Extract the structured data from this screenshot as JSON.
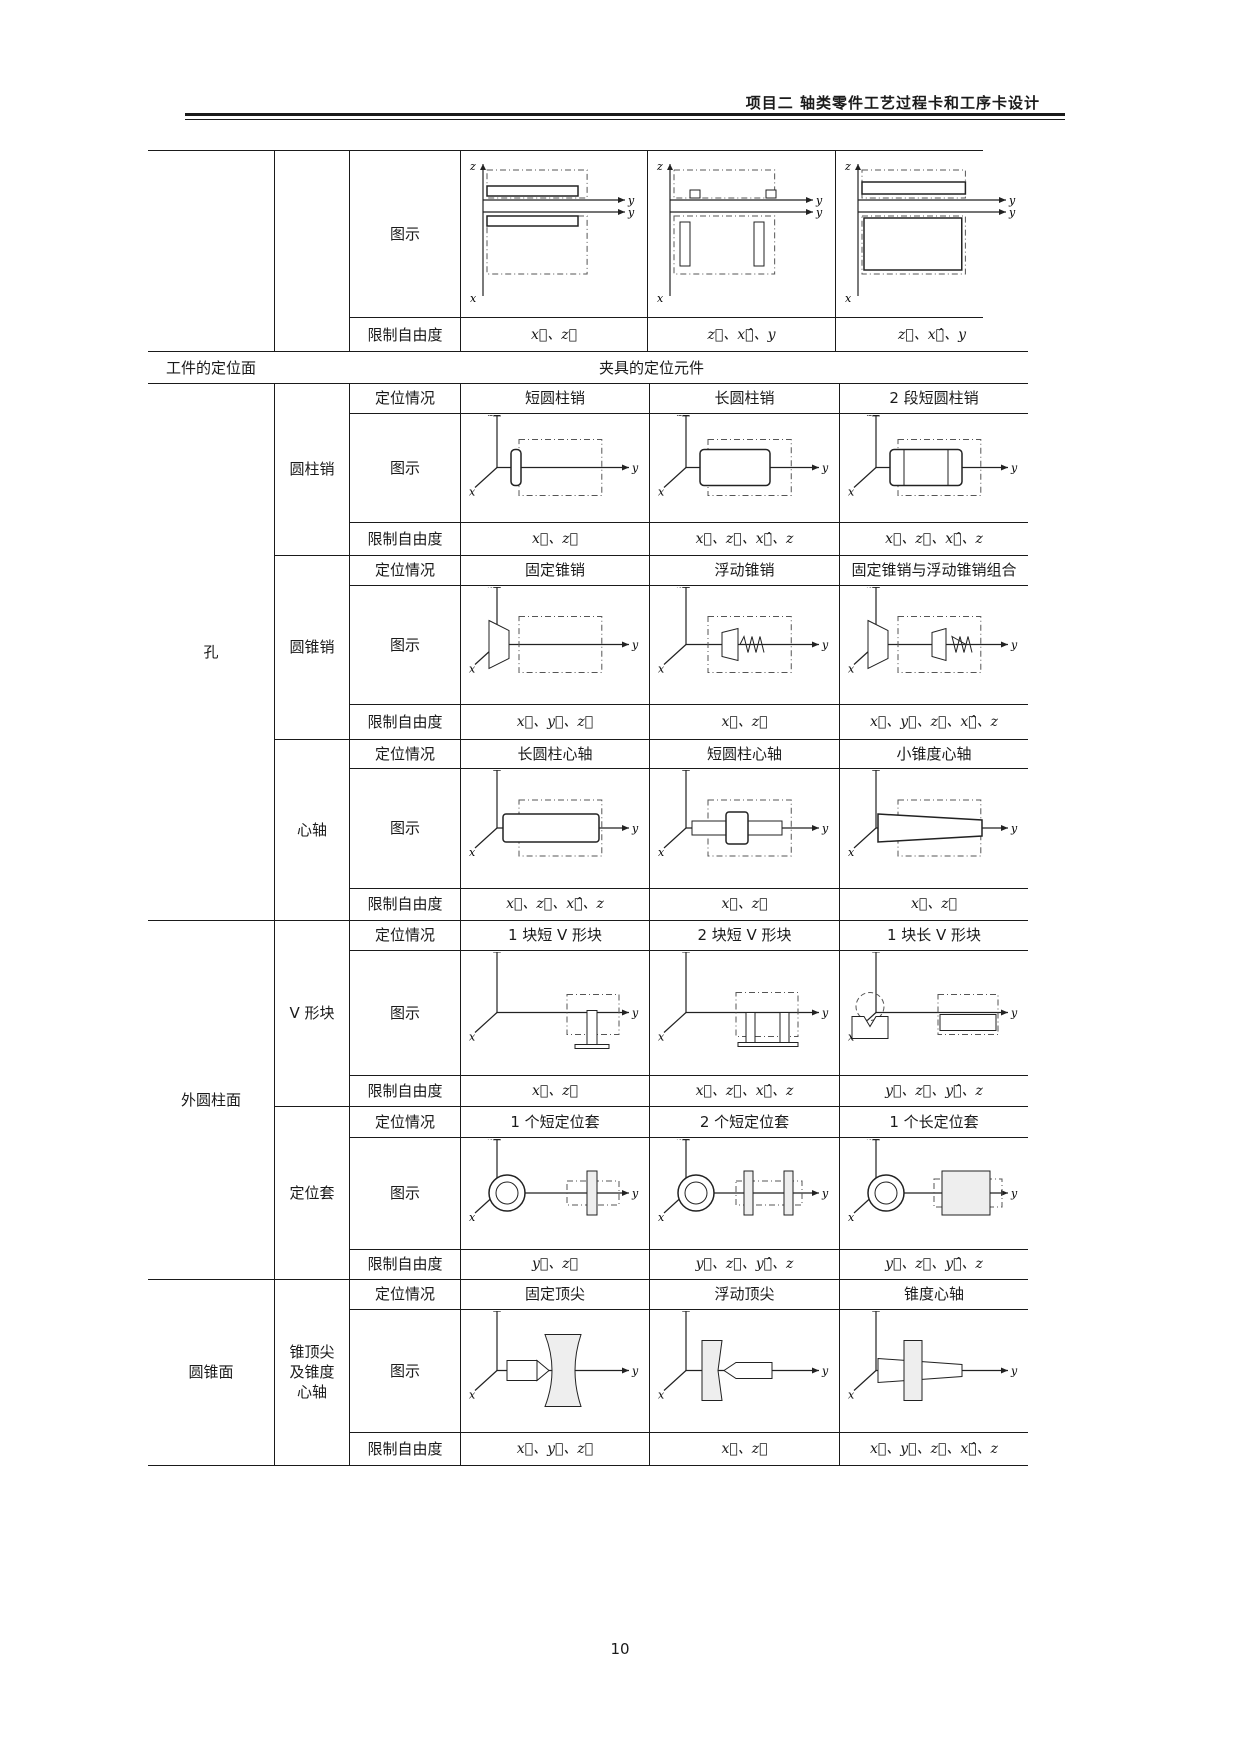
{
  "header": {
    "title": "项目二  轴类零件工艺过程卡和工序卡设计"
  },
  "labels": {
    "diagram": "图示",
    "dof": "限制自由度",
    "situation": "定位情况",
    "surface_col": "工件的定位面",
    "element_col": "夹具的定位元件"
  },
  "top_block": {
    "dof": [
      "x⃗、z⃗",
      "z⃗、x⃗̂、y",
      "z⃗、x⃗̂、y"
    ]
  },
  "groups": [
    {
      "surface": "孔",
      "subgroups": [
        {
          "name": "圆柱销",
          "cases": [
            "短圆柱销",
            "长圆柱销",
            "2 段短圆柱销"
          ],
          "dof": [
            "x⃗、z⃗",
            "x⃗、z⃗、x⃗̂、z",
            "x⃗、z⃗、x⃗̂、z"
          ]
        },
        {
          "name": "圆锥销",
          "cases": [
            "固定锥销",
            "浮动锥销",
            "固定锥销与浮动锥销组合"
          ],
          "dof": [
            "x⃗、y⃗、z⃗",
            "x⃗、z⃗",
            "x⃗、y⃗、z⃗、x⃗̂、z"
          ]
        },
        {
          "name": "心轴",
          "cases": [
            "长圆柱心轴",
            "短圆柱心轴",
            "小锥度心轴"
          ],
          "dof": [
            "x⃗、z⃗、x⃗̂、z",
            "x⃗、z⃗",
            "x⃗、z⃗"
          ]
        }
      ]
    },
    {
      "surface": "外圆柱面",
      "subgroups": [
        {
          "name": "V 形块",
          "cases": [
            "1 块短 V 形块",
            "2 块短 V 形块",
            "1 块长 V 形块"
          ],
          "dof": [
            "x⃗、z⃗",
            "x⃗、z⃗、x⃗̂、z",
            "y⃗、z⃗、y⃗̂、z"
          ]
        },
        {
          "name": "定位套",
          "cases": [
            "1 个短定位套",
            "2 个短定位套",
            "1 个长定位套"
          ],
          "dof": [
            "y⃗、z⃗",
            "y⃗、z⃗、y⃗̂、z",
            "y⃗、z⃗、y⃗̂、z"
          ]
        }
      ]
    },
    {
      "surface": "圆锥面",
      "subgroups": [
        {
          "name": "锥顶尖及锥度心轴",
          "cases": [
            "固定顶尖",
            "浮动顶尖",
            "锥度心轴"
          ],
          "dof": [
            "x⃗、y⃗、z⃗",
            "x⃗、z⃗",
            "x⃗、y⃗、z⃗、x⃗̂、z"
          ]
        }
      ]
    }
  ],
  "axis_labels": {
    "x": "x",
    "y": "y",
    "z": "z"
  },
  "page_number": "10"
}
